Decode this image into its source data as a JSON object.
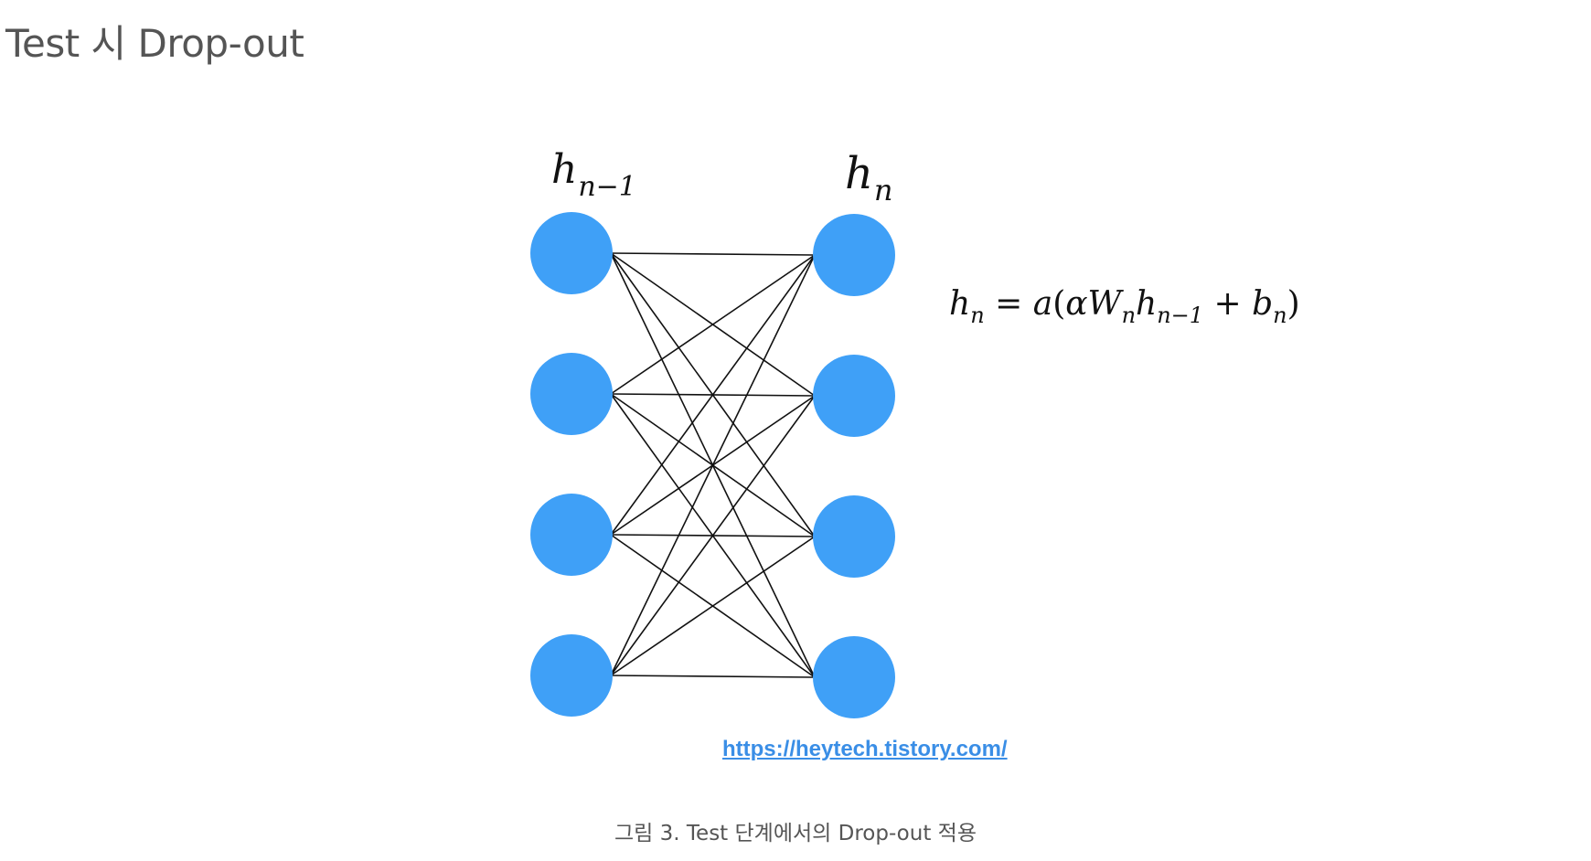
{
  "heading": "Test 시 Drop-out",
  "figure": {
    "labels": {
      "left_layer": {
        "base": "h",
        "subscript": "n−1"
      },
      "right_layer": {
        "base": "h",
        "subscript": "n"
      }
    },
    "left_neuron_count": 4,
    "right_neuron_count": 4,
    "neuron_color": "#3fa0f7",
    "edge_color": "#111111",
    "equation": {
      "h": "h",
      "n": "n",
      "eq": " = ",
      "a": "a",
      "open_paren": "(",
      "alpha": "α",
      "W": "W",
      "minus_one": "n−1",
      "plus": " + ",
      "b": "b",
      "close_paren": ")"
    }
  },
  "source_link": "https://heytech.tistory.com/",
  "caption": "그림 3. Test 단계에서의 Drop-out 적용"
}
